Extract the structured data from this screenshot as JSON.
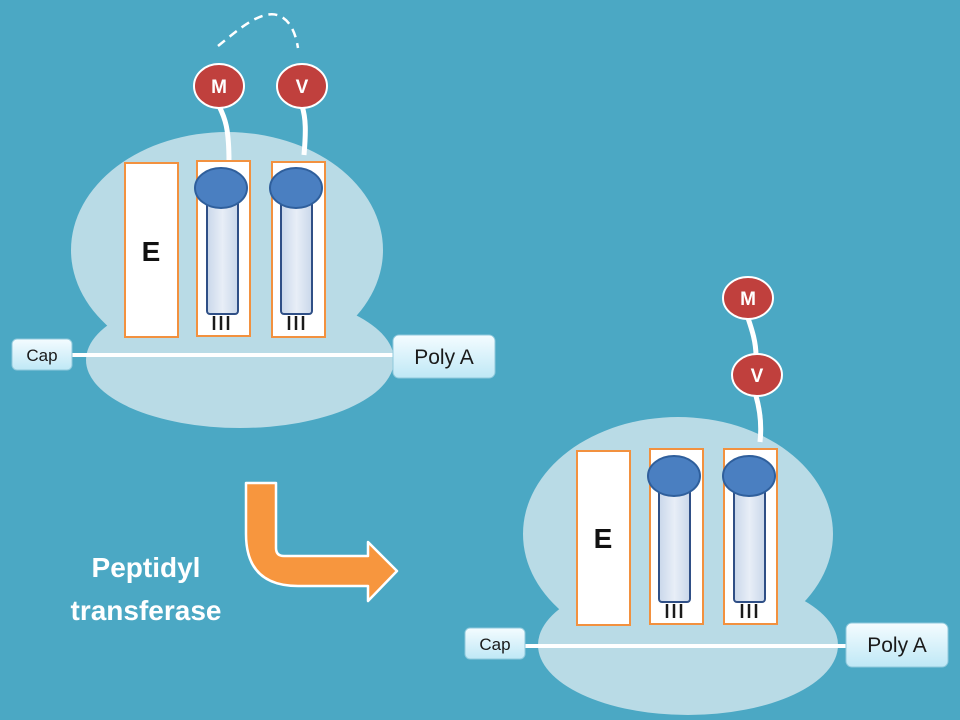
{
  "colors": {
    "background": "#4ba8c4",
    "ribosome": "#b9dbe6",
    "site_border": "#f2913f",
    "trna_head": "#4a7fc1",
    "trna_body": "#dce6f2",
    "amino_acid": "#c0403d",
    "arrow": "#f7963e",
    "label_box": "#dcf2fa"
  },
  "before": {
    "e_site_label": "E",
    "cap_label": "Cap",
    "polya_label": "Poly A",
    "amino_acid_1": "M",
    "amino_acid_2": "V"
  },
  "process": {
    "label_line1": "Peptidyl",
    "label_line2": "transferase"
  },
  "after": {
    "e_site_label": "E",
    "cap_label": "Cap",
    "polya_label": "Poly A",
    "chain_top": "M",
    "chain_bottom": "V"
  }
}
